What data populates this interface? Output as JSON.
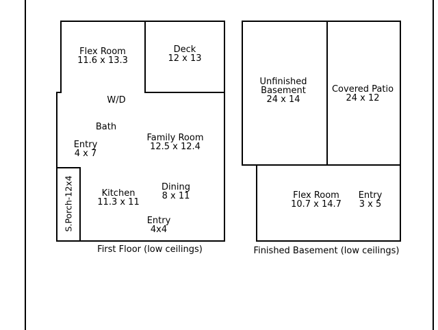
{
  "first_floor": {
    "caption": "First Floor (low ceilings)",
    "rooms": {
      "flex_room": {
        "name": "Flex Room",
        "size": "11.6 x 13.3"
      },
      "deck": {
        "name": "Deck",
        "size": "12 x 13"
      },
      "wd": {
        "name": "W/D"
      },
      "bath": {
        "name": "Bath"
      },
      "entry_side": {
        "name": "Entry",
        "size": "4 x 7"
      },
      "family_room": {
        "name": "Family Room",
        "size": "12.5 x 12.4"
      },
      "kitchen": {
        "name": "Kitchen",
        "size": "11.3 x 11"
      },
      "dining": {
        "name": "Dining",
        "size": "8 x 11"
      },
      "entry_bottom": {
        "name": "Entry",
        "size": "4x4"
      },
      "porch": {
        "name": "S.Porch-12x4"
      }
    }
  },
  "basement": {
    "caption": "Finished Basement (low ceilings)",
    "rooms": {
      "unfinished": {
        "name_line1": "Unfinished",
        "name_line2": "Basement",
        "size": "24 x 14"
      },
      "covered_patio": {
        "name": "Covered Patio",
        "size": "24 x 12"
      },
      "flex_room": {
        "name": "Flex Room",
        "size": "10.7 x 14.7"
      },
      "entry": {
        "name": "Entry",
        "size": "3 x 5"
      }
    }
  }
}
